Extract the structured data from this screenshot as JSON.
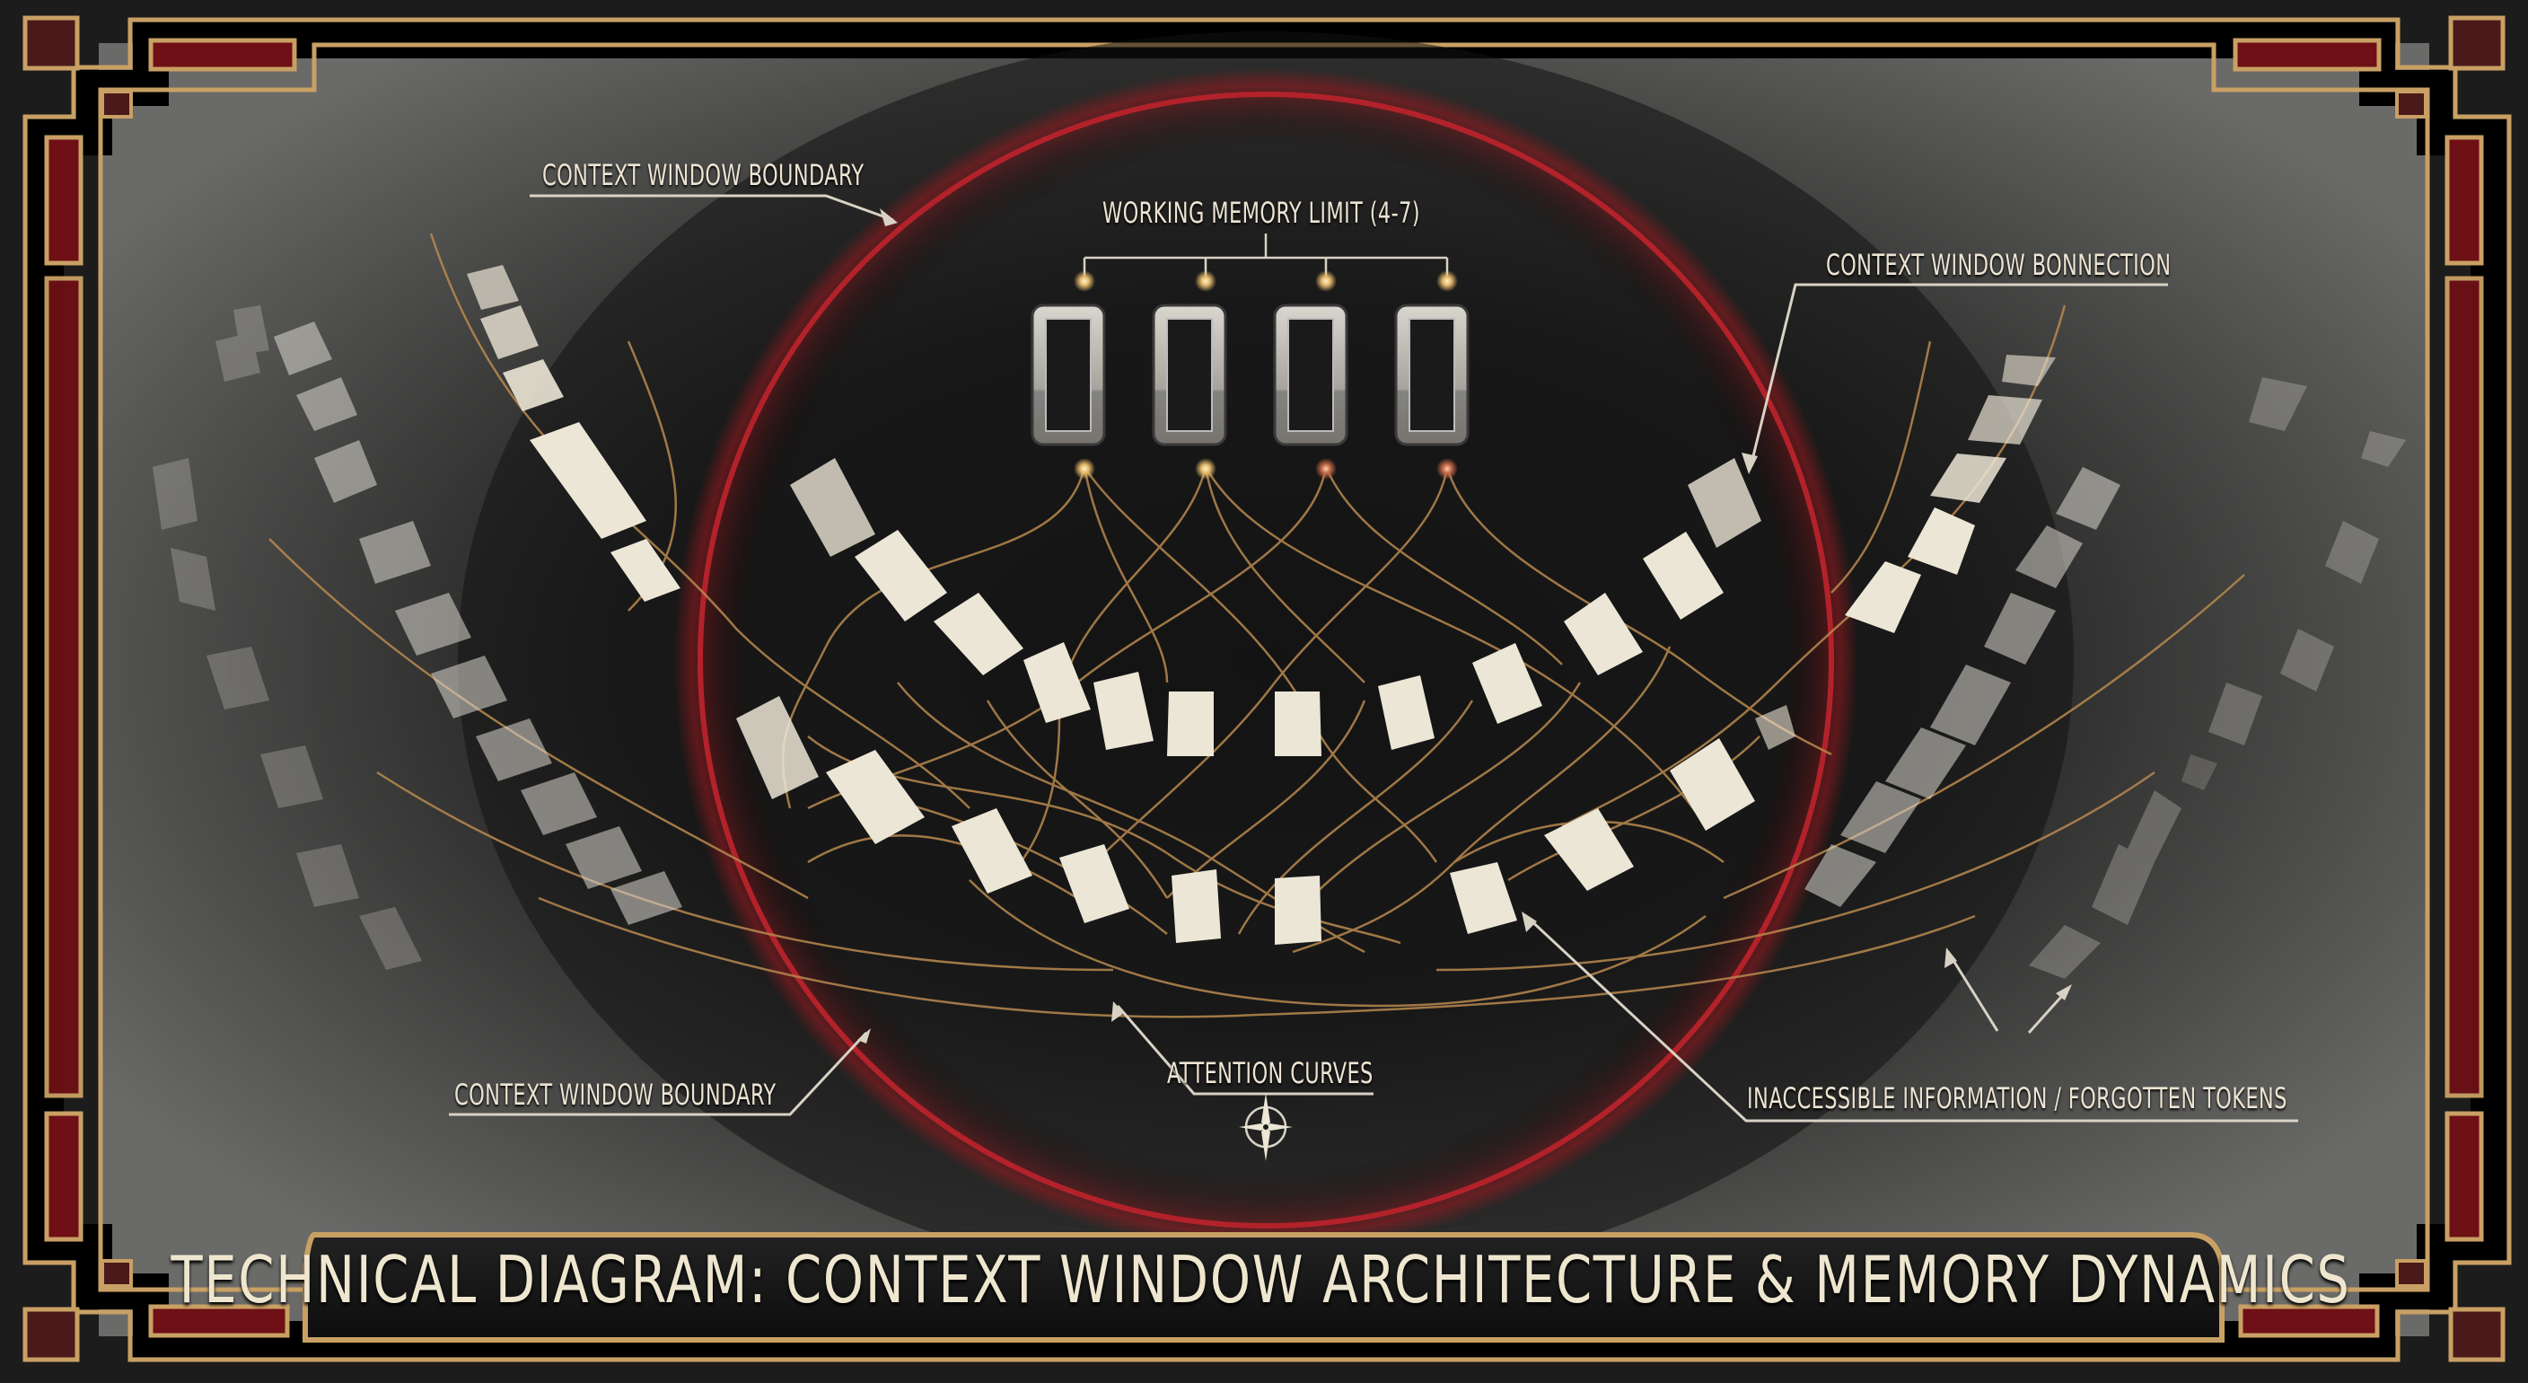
{
  "diagram": {
    "title": "TECHNICAL DIAGRAM: CONTEXT WINDOW ARCHITECTURE & MEMORY DYNAMICS",
    "labels": {
      "boundary_top": "CONTEXT WINDOW BOUNDARY",
      "working_memory": "WORKING MEMORY LIMIT (4-7)",
      "connection": "CONTEXT WINDOW BONNECTION",
      "boundary_bottom": "CONTEXT WINDOW BOUNDARY",
      "attention": "ATTENTION CURVES",
      "inaccessible": "INACCESSIBLE INFORMATION / FORGOTTEN TOKENS"
    },
    "working_memory_slots": 4,
    "icons": {
      "compass": "compass-star-icon"
    },
    "colors": {
      "background_outer": "#1c1c1c",
      "background_inner": "#2a2a2a",
      "border_gold": "#c9a064",
      "border_red": "#6e1016",
      "boundary_circle": "#b3222a",
      "token": "#ece6d6",
      "attention_curve": "#b8894f",
      "label_text": "#ece4d2"
    }
  }
}
